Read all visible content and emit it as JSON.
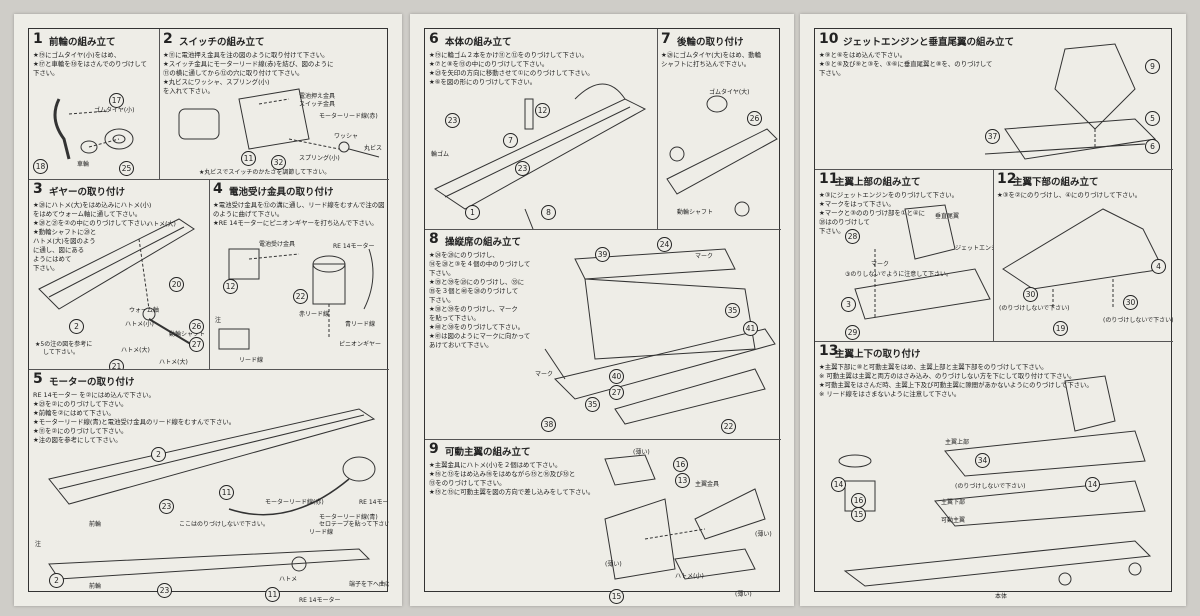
{
  "steps": [
    {
      "num": "1",
      "title": "前輪の組み立て",
      "inst": [
        "★⑲にゴムタイヤ(小)をはめ、",
        "★⑰と車輪を⑱をはさんでのりづけして",
        "下さい。"
      ],
      "labels": [
        "ゴムタイヤ(小)",
        "車輪"
      ],
      "parts": [
        "17",
        "18",
        "25"
      ]
    },
    {
      "num": "2",
      "title": "スイッチの組み立て",
      "inst": [
        "★⑪に電池押え金具を注の図のように取り付けて下さい。",
        "★スイッチ金具にモーターリード線(赤)を結び、図のように",
        "⑪の横に通してから⑫の穴に取り付けて下さい。",
        "★丸ビスにワッシャ、スプリング(小)",
        "を入れて下さい。"
      ],
      "labels": [
        "電池押え金具",
        "スイッチ金具",
        "モーターリード線(赤)",
        "ワッシャ",
        "丸ビス",
        "スプリング(小)",
        "★丸ビスでスイッチのかたさを調節して下さい。"
      ],
      "parts": [
        "11",
        "32"
      ]
    },
    {
      "num": "3",
      "title": "ギヤーの取り付け",
      "inst": [
        "★⑳にハトメ(大)をはめ込みにハトメ(小)",
        "をはめてウォーム軸に通して下さい。",
        "★⑳と㉑を②の中にのりづけして下さい。",
        "★動輪シャフトに⑳と",
        "ハトメ(大)を図のよう",
        "に通し、図にある",
        "ようにはめて",
        "下さい。"
      ],
      "labels": [
        "ハトメ(大)",
        "ウォーム軸",
        "ハトメ(小)",
        "動輪シャフト",
        "ハトメ(大)",
        "ハトメ(大)",
        "★5の注の図を参考に",
        "して下さい。"
      ],
      "parts": [
        "20",
        "2",
        "21",
        "27",
        "26"
      ]
    },
    {
      "num": "4",
      "title": "電池受け金具の取り付け",
      "inst": [
        "★電池受け金具を⑫の溝に通し、リード線をむすんで注の図",
        "のように曲げて下さい。",
        "★RE 14モーターにピニオンギヤーを打ち込んで下さい。"
      ],
      "labels": [
        "電池受け金具",
        "RE 14モーター",
        "赤リード線",
        "青リード線",
        "ピニオンギヤー",
        "リード線",
        "注"
      ],
      "parts": [
        "12",
        "22"
      ]
    },
    {
      "num": "5",
      "title": "モーターの取り付け",
      "inst": [
        "RE 14モーター を②にはめ込んで下さい。",
        "★㉓を②にのりづけして下さい。",
        "★前輪を②にはめて下さい。",
        "★モーターリード線(青)と電池受け金具のリード線をむすんで下さい。",
        "★⑪を②にのりづけして下さい。",
        "★注の図を参考にして下さい。"
      ],
      "labels": [
        "前輪",
        "ここはのりづけしないで下さい。",
        "モーターリード線(赤)",
        "モーターリード線(青)",
        "リード線",
        "セロテープを貼って下さい",
        "RE 14モーター",
        "注",
        "前輪",
        "ハトメ",
        "RE 14モーター",
        "端子を下へ曲げて下さい。"
      ],
      "parts": [
        "2",
        "23",
        "11",
        "2",
        "23",
        "11"
      ]
    },
    {
      "num": "6",
      "title": "本体の組み立て",
      "inst": [
        "★⑲に輪ゴム２本をかけ⑪と⑫をのりづけして下さい。",
        "★⑦と⑧を⑬の中にのりづけして下さい。",
        "★㉓を矢印の方向に移動させて①にのりづけして下さい。",
        "★⑥を図の形にのりづけして下さい。"
      ],
      "labels": [
        "輪ゴム"
      ],
      "parts": [
        "23",
        "12",
        "7",
        "23",
        "1",
        "8"
      ]
    },
    {
      "num": "7",
      "title": "後輪の取り付け",
      "inst": [
        "★㉖にゴムタイヤ(大)をはめ、動輪",
        "シャフトに打ち込んで下さい。"
      ],
      "labels": [
        "ゴムタイヤ(大)",
        "動輪シャフト"
      ],
      "parts": [
        "26"
      ]
    },
    {
      "num": "8",
      "title": "操縦席の組み立て",
      "inst": [
        "★㉔を㉘にのりづけし、",
        "⑭を㉘と③を４個の中のりづけして",
        "下さい。",
        "★㉟と㊴を㉘にのりづけし、㉝に",
        "㉟を３個と㊵を⑳のりづけして",
        "下さい。",
        "★㊳と㊴をのりづけし、マーク",
        "を貼って下さい。",
        "★㊵と㊳をのりづけして下さい。",
        "★㊶は図のようにマークに向かって",
        "あけておいて下さい。"
      ],
      "labels": [
        "マーク",
        "マーク"
      ],
      "parts": [
        "24",
        "39",
        "35",
        "41",
        "40",
        "27",
        "35",
        "38",
        "22"
      ]
    },
    {
      "num": "9",
      "title": "可動主翼の組み立て",
      "inst": [
        "★主翼金具にハトメ(小)を２個はめて下さい。",
        "★⑯と⑬をはめ込み⑯をはめながら⑮と⑯及び⑱と",
        "⑬をのりづけして下さい。",
        "★⑮と⑮に可動主翼を図の方向で差し込みをして下さい。"
      ],
      "labels": [
        "(薄い)",
        "主翼金具",
        "ハトメ(小)",
        "(薄い)",
        "(薄い)",
        "(薄い)"
      ],
      "parts": [
        "16",
        "13",
        "15"
      ]
    },
    {
      "num": "10",
      "title": "ジェットエンジンと垂直尾翼の組み立て",
      "inst": [
        "★⑨と⑥をはめ込んで下さい。",
        "★⑤と⑥及び⑨と③を、⑤⑥に垂直尾翼と⑧を、のりづけして",
        "下さい。"
      ],
      "labels": [],
      "parts": [
        "9",
        "5",
        "37",
        "6"
      ]
    },
    {
      "num": "11",
      "title": "主翼上部の組み立て",
      "inst": [
        "★③にジェットエンジンをのりづけして下さい。",
        "★マークをはって下さい。",
        "★マークと③ののりづけ部を①と④に",
        "㉘はのりづけして",
        "下さい。"
      ],
      "labels": [
        "垂直尾翼",
        "ジェットエンジン",
        "マーク",
        "③のりしないでように注意して下さい。"
      ],
      "parts": [
        "28",
        "3",
        "29"
      ]
    },
    {
      "num": "12",
      "title": "主翼下部の組み立て",
      "inst": [
        "★③を②にのりづけし、④にのりづけして下さい。"
      ],
      "labels": [
        "(のりづけしないで下さい)",
        "(のりづけしないで下さい)"
      ],
      "parts": [
        "4",
        "30",
        "19",
        "30"
      ]
    },
    {
      "num": "13",
      "title": "主翼上下の取り付け",
      "inst": [
        "★主翼下部に⑧と可動主翼をはめ、主翼上部と主翼下部をのりづけして下さい。",
        "※ 可動主翼は主翼と両方のはさみ込み、のりづけしない方を下にして取り付けて下さい。",
        "★可動主翼をはさんだ時、主翼上下及び可動主翼に隙間があかないようにのりづけして下さい。",
        "※ リード線をはさまないように注意して下さい。"
      ],
      "labels": [
        "主翼上部",
        "(のりづけしないで下さい)",
        "主翼下部",
        "可動主翼",
        "本体"
      ],
      "parts": [
        "14",
        "16",
        "15",
        "34",
        "14"
      ]
    }
  ]
}
